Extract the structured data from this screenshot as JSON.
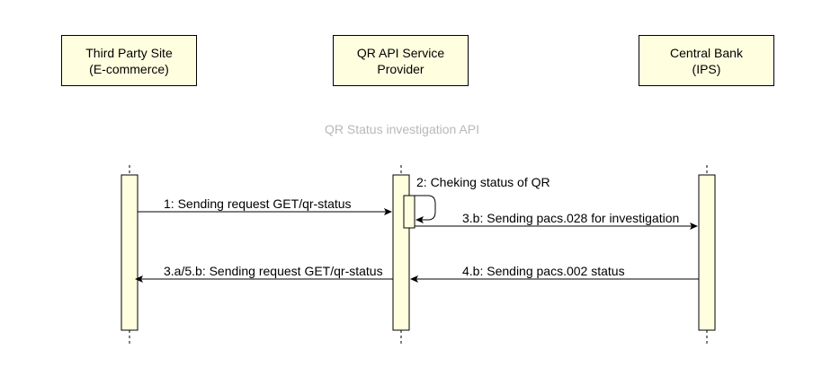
{
  "participants": [
    {
      "line1": "Third Party Site",
      "line2": "(E-commerce)"
    },
    {
      "line1": "QR API Service",
      "line2": "Provider"
    },
    {
      "line1": "Central Bank",
      "line2": "(IPS)"
    }
  ],
  "frame": {
    "title": "QR Status investigation API"
  },
  "messages": [
    {
      "label": "1: Sending request GET/qr-status"
    },
    {
      "label": "2: Cheking status of QR"
    },
    {
      "label": "3.b: Sending pacs.028 for investigation"
    },
    {
      "label": "4.b: Sending pacs.002 status"
    },
    {
      "label": "3.a/5.b: Sending request GET/qr-status"
    }
  ],
  "colors": {
    "participant_fill": "#ffffe0",
    "title_gray": "#b8b8b8",
    "stroke": "#000000"
  }
}
